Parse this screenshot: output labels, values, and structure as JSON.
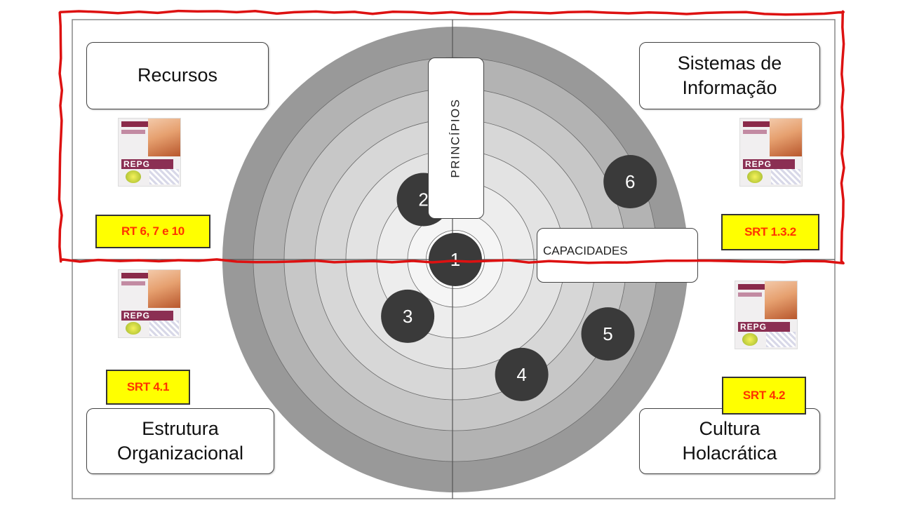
{
  "quadrants": {
    "top_left": {
      "title_lines": [
        "Recursos"
      ],
      "tag": "RT 6, 7 e 10"
    },
    "top_right": {
      "title_lines": [
        "Sistemas de",
        "Informação"
      ],
      "tag": "SRT 1.3.2"
    },
    "bottom_left": {
      "title_lines": [
        "Estrutura",
        "Organizacional"
      ],
      "tag": "SRT 4.1"
    },
    "bottom_right": {
      "title_lines": [
        "Cultura",
        "Holacrática"
      ],
      "tag": "SRT 4.2"
    }
  },
  "thumbnail_text": "REPG",
  "axis_labels": {
    "vertical": "PRINCÍPIOS",
    "horizontal": "CAPACIDADES"
  },
  "rings": {
    "count": 7,
    "colors": [
      "#999999",
      "#b3b3b3",
      "#c7c7c7",
      "#d7d7d7",
      "#e3e3e3",
      "#ededed",
      "#f5f5f5",
      "#ffffff"
    ]
  },
  "markers": [
    {
      "number": "1",
      "ring": 0,
      "angle_deg": 90
    },
    {
      "number": "2",
      "ring": 2.2,
      "angle_deg": 118
    },
    {
      "number": "3",
      "ring": 2.4,
      "angle_deg": 230
    },
    {
      "number": "4",
      "ring": 4.3,
      "angle_deg": 300
    },
    {
      "number": "5",
      "ring": 5.5,
      "angle_deg": 334
    },
    {
      "number": "6",
      "ring": 6.2,
      "angle_deg": 24
    }
  ],
  "colors": {
    "marker_fill": "#3a3a3a",
    "marker_text": "#ffffff",
    "highlight": "#dd1111",
    "tag_fill": "#ffff00",
    "tag_text": "#ff3300"
  }
}
